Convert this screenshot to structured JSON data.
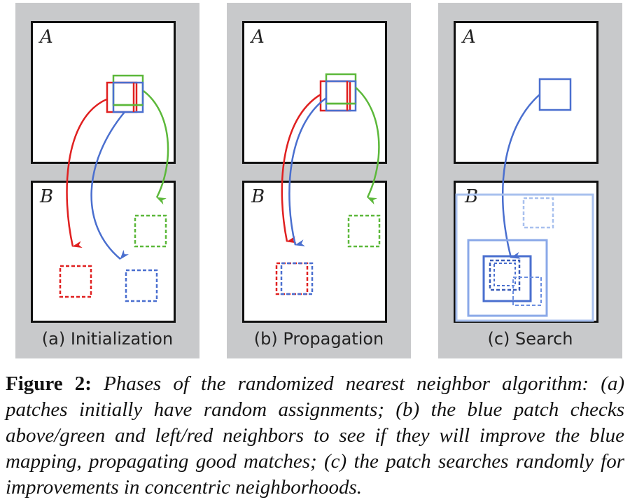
{
  "panels": [
    {
      "caption": "(a) Initialization",
      "label_a": "A",
      "label_b": "B"
    },
    {
      "caption": "(b) Propagation",
      "label_a": "A",
      "label_b": "B"
    },
    {
      "caption": "(c) Search",
      "label_a": "A",
      "label_b": "B"
    }
  ],
  "figure_caption": {
    "label": "Figure 2:",
    "text": "Phases of the randomized nearest neighbor algorithm: (a) patches initially have random assignments; (b) the blue patch checks above/green and left/red neighbors to see if they will improve the blue mapping, propagating good matches; (c) the patch searches randomly for improvements in concentric neighborhoods."
  },
  "colors": {
    "red": "#e02020",
    "green": "#5cb83a",
    "blue": "#4a6fcf",
    "light_blue": "#8aa8e8",
    "panel_bg": "#c8c9cb"
  }
}
